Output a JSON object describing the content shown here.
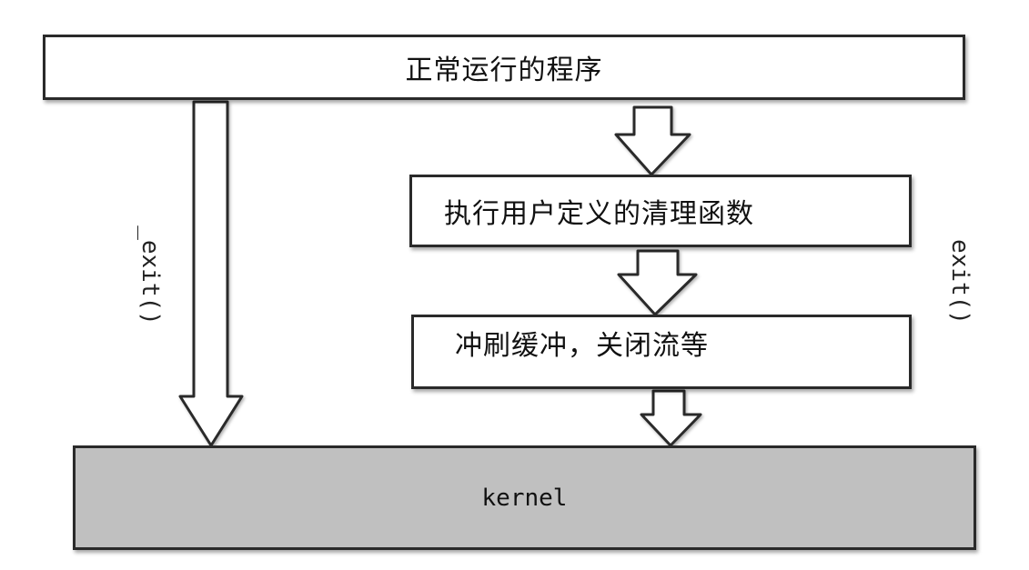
{
  "diagram": {
    "boxes": {
      "running": "正常运行的程序",
      "cleanup": "执行用户定义的清理函数",
      "flush": "冲刷缓冲，关闭流等",
      "kernel": "kernel"
    },
    "paths": {
      "left_label": "_exit()",
      "right_label": "exit()"
    },
    "colors": {
      "box_fill": "#ffffff",
      "kernel_fill": "#c0c0c0",
      "stroke": "#2a2a2a"
    }
  }
}
